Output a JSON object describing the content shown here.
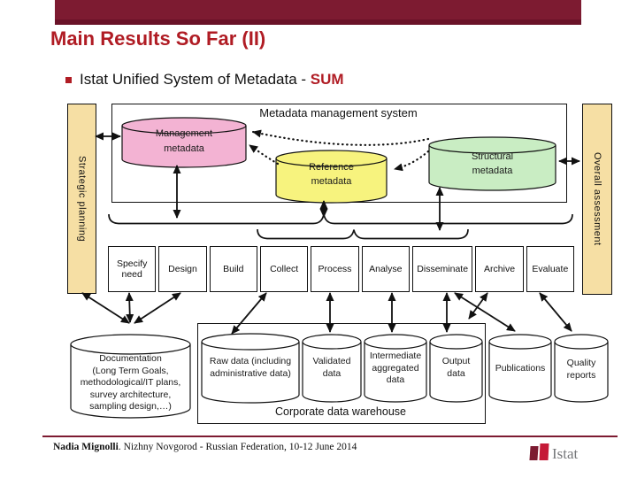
{
  "colors": {
    "red": "#b01c24",
    "maroon": "#7d1b31",
    "maroon-dark": "#6a1228",
    "tan": "#f6dfa4",
    "pink": "#f3b3d3",
    "yellow": "#f7f37e",
    "green": "#c9edc3"
  },
  "slide": {
    "title": "Main Results So Far (II)",
    "bullet": {
      "text": "Istat Unified System of Metadata - ",
      "highlight": "SUM"
    },
    "footer": {
      "author": "Nadia Mignolli",
      "rest": ". Nizhny Novgorod - Russian Federation, 10-12 June 2014"
    },
    "logo_text": "Istat"
  },
  "diagram": {
    "side_left": "Strategic planning",
    "side_right": "Overall assessment",
    "mms_label": "Metadata management system",
    "management": [
      "Management",
      "metadata"
    ],
    "reference": [
      "Reference",
      "metadata"
    ],
    "structural": [
      "Structural",
      "metadata"
    ],
    "process_steps": [
      "Specify need",
      "Design",
      "Build",
      "Collect",
      "Process",
      "Analyse",
      "Disseminate",
      "Archive",
      "Evaluate"
    ],
    "documentation": [
      "Documentation",
      "(Long Term Goals,",
      "methodological/IT  plans,",
      "survey architecture,",
      "sampling  design,…)"
    ],
    "raw_data": [
      "Raw data (including",
      "administrative  data)"
    ],
    "validated": [
      "Validated",
      "data"
    ],
    "intermediate": [
      "Intermediate",
      "aggregated",
      "data"
    ],
    "output": [
      "Output",
      "data"
    ],
    "publications": "Publications",
    "quality": [
      "Quality",
      "reports"
    ],
    "warehouse_label": "Corporate data warehouse"
  }
}
